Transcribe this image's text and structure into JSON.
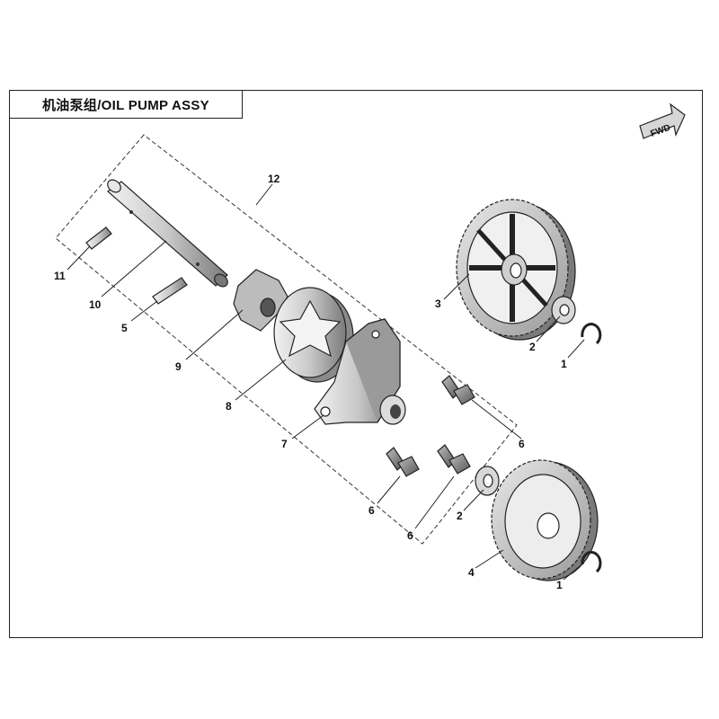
{
  "title": "机油泵组/OIL PUMP ASSY",
  "fwd_label": "FWD",
  "callouts": {
    "c12": "12",
    "c11": "11",
    "c10": "10",
    "c5": "5",
    "c9": "9",
    "c8": "8",
    "c7": "7",
    "c6a": "6",
    "c6b": "6",
    "c6c": "6",
    "c3": "3",
    "c2a": "2",
    "c1a": "1",
    "c2b": "2",
    "c4": "4",
    "c1b": "1"
  },
  "parts": [
    {
      "number": "1",
      "name": "circlip"
    },
    {
      "number": "2",
      "name": "washer"
    },
    {
      "number": "3",
      "name": "driven-gear-upper"
    },
    {
      "number": "4",
      "name": "driven-gear-lower"
    },
    {
      "number": "5",
      "name": "pin"
    },
    {
      "number": "6",
      "name": "bolt"
    },
    {
      "number": "7",
      "name": "pump-body"
    },
    {
      "number": "8",
      "name": "outer-rotor"
    },
    {
      "number": "9",
      "name": "inner-rotor"
    },
    {
      "number": "10",
      "name": "shaft"
    },
    {
      "number": "11",
      "name": "pin"
    },
    {
      "number": "12",
      "name": "oil-pump-assembly"
    }
  ]
}
